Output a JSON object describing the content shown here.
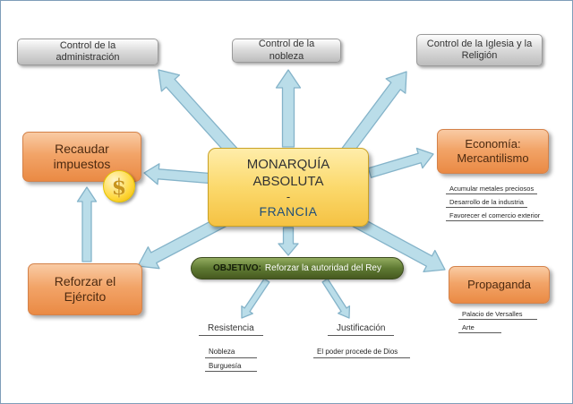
{
  "title": {
    "line1": "MONARQUÍA ABSOLUTA",
    "separator": "-",
    "line2": "FRANCIA"
  },
  "controls": {
    "administration": "Control de la administración",
    "nobility": "Control de la nobleza",
    "church": "Control de la Iglesia y la Religión"
  },
  "taxes": {
    "label": "Recaudar impuestos",
    "icon": "$"
  },
  "economy": {
    "label": "Economía: Mercantilismo",
    "items": [
      "Acumular metales preciosos",
      "Desarrollo de la industria",
      "Favorecer el comercio exterior"
    ]
  },
  "army": {
    "label": "Reforzar el Ejército"
  },
  "propaganda": {
    "label": "Propaganda",
    "items": [
      "Palacio de Versalles",
      "Arte"
    ]
  },
  "objective": {
    "prefix": "OBJETIVO:",
    "text": "Reforzar la autoridad del Rey"
  },
  "resistance": {
    "label": "Resistencia",
    "items": [
      "Nobleza",
      "Burguesía"
    ]
  },
  "justification": {
    "label": "Justificación",
    "items": [
      "El poder procede de Dios"
    ]
  },
  "colors": {
    "arrow_fill": "#badde9",
    "arrow_stroke": "#84b3c9",
    "node_orange": "#f2a468",
    "node_yellow": "#fbd96c",
    "node_gray": "#dcdcdc",
    "pill_green": "#5f7a33"
  }
}
